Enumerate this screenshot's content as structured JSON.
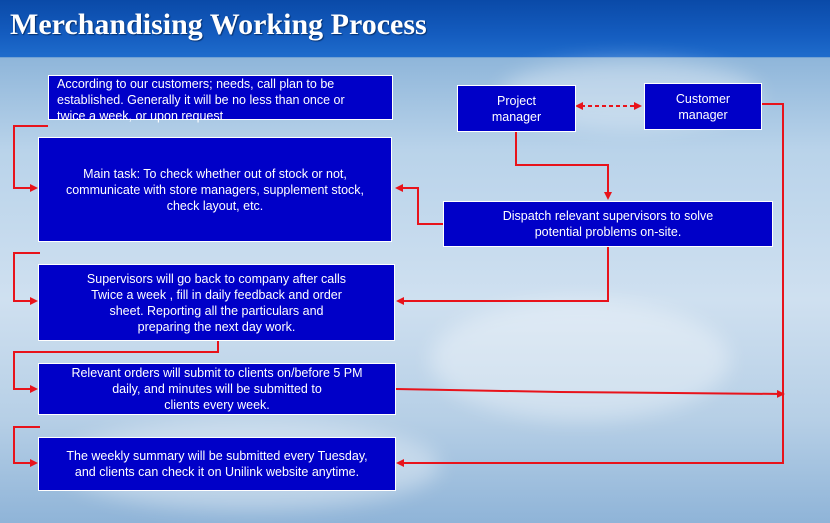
{
  "title": "Merchandising Working Process",
  "boxes": {
    "plan": "According to our customers; needs, call plan to be\nestablished. Generally  it will be no less than once or\ntwice a week, or  upon request",
    "main_task": "Main task: To check whether out of stock or not,\ncommunicate with store managers, supplement stock,\ncheck layout, etc.",
    "supervisors": "Supervisors will go back to company after calls\nTwice a week , fill in daily feedback and order\nsheet. Reporting all the particulars  and\npreparing the next day work.",
    "orders": "Relevant orders will submit to clients on/before 5 PM\ndaily, and  minutes  will be submitted to\nclients every week.",
    "summary": "The weekly summary will be submitted every Tuesday,\nand clients can check it on Unilink website anytime.",
    "project_manager": "Project\nmanager",
    "customer_manager": "Customer\nmanager",
    "dispatch": "Dispatch relevant supervisors to solve\npotential problems on-site."
  },
  "colors": {
    "box_fill": "#0000c8",
    "arrow": "#e8131b"
  }
}
